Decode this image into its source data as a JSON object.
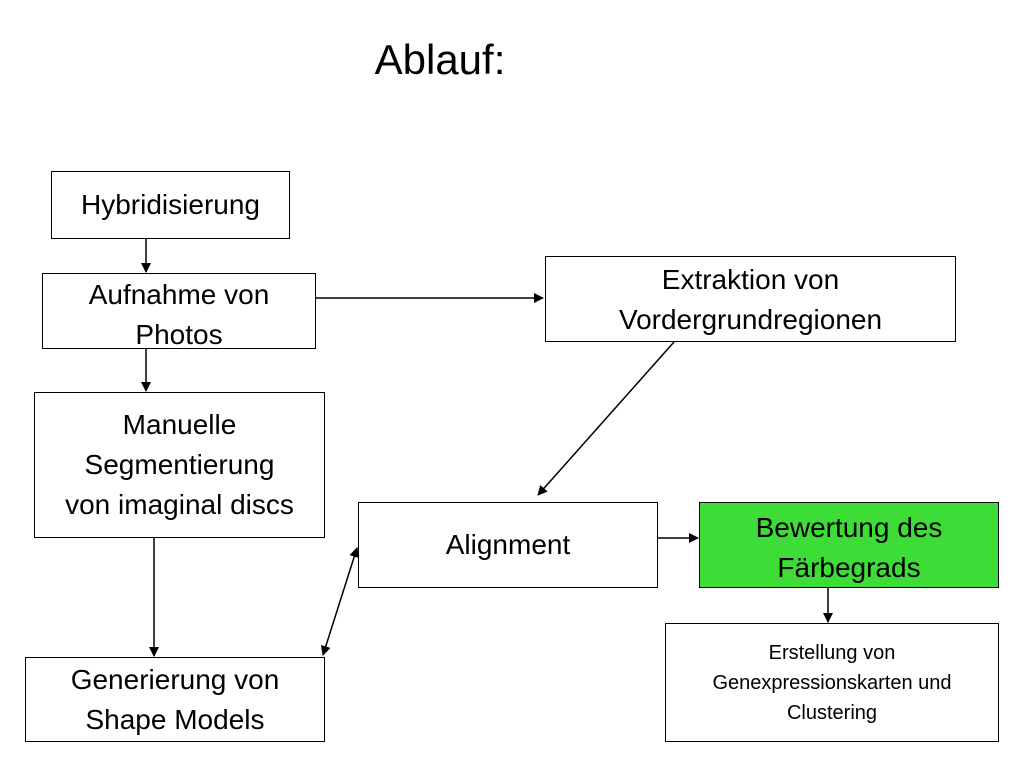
{
  "title": "Ablauf:",
  "nodes": {
    "hybrid": "Hybridisierung",
    "photos": "Aufnahme von\nPhotos",
    "seg": "Manuelle\nSegmentierung\nvon imaginal discs",
    "shape": "Generierung von\nShape Models",
    "extract": "Extraktion von\nVordergrundregionen",
    "align": "Alignment",
    "rating": "Bewertung des\nFärbegrads",
    "maps": "Erstellung von\nGenexpressionskarten und\nClustering"
  },
  "edges": [
    {
      "from": "hybrid",
      "to": "photos"
    },
    {
      "from": "photos",
      "to": "extract"
    },
    {
      "from": "photos",
      "to": "seg"
    },
    {
      "from": "seg",
      "to": "shape"
    },
    {
      "from": "extract",
      "to": "align"
    },
    {
      "from": "shape",
      "to": "align",
      "bidirectional": true
    },
    {
      "from": "align",
      "to": "rating"
    },
    {
      "from": "rating",
      "to": "maps"
    }
  ],
  "colors": {
    "highlight": "#3ddc37",
    "line": "#000000"
  }
}
